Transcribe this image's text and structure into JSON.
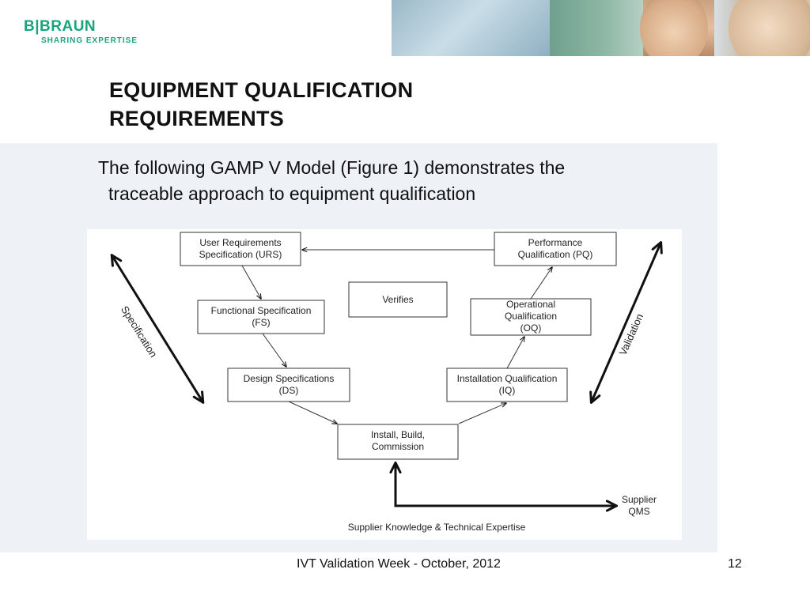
{
  "logo": {
    "text": "B|BRAUN",
    "tagline": "SHARING EXPERTISE"
  },
  "slide": {
    "title_line1": "EQUIPMENT QUALIFICATION",
    "title_line2": "REQUIREMENTS",
    "body_line1": "The following GAMP V Model (Figure 1) demonstrates the",
    "body_line2": "traceable approach to equipment qualification"
  },
  "diagram": {
    "urs": [
      "User Requirements",
      "Specification (URS)"
    ],
    "fs": [
      "Functional Specification",
      "(FS)"
    ],
    "ds": [
      "Design Specifications",
      "(DS)"
    ],
    "ibc": [
      "Install, Build,",
      "Commission"
    ],
    "iq": [
      "Installation Qualification",
      "(IQ)"
    ],
    "oq": [
      "Operational",
      "Qualification",
      "(OQ)"
    ],
    "pq": [
      "Performance",
      "Qualification (PQ)"
    ],
    "verifies": "Verifies",
    "specification": "Specification",
    "validation": "Validation",
    "supplier_qms": [
      "Supplier",
      "QMS"
    ],
    "supplier_knowledge": "Supplier Knowledge & Technical Expertise"
  },
  "footer": {
    "text": "IVT Validation Week - October, 2012",
    "page": "12"
  }
}
